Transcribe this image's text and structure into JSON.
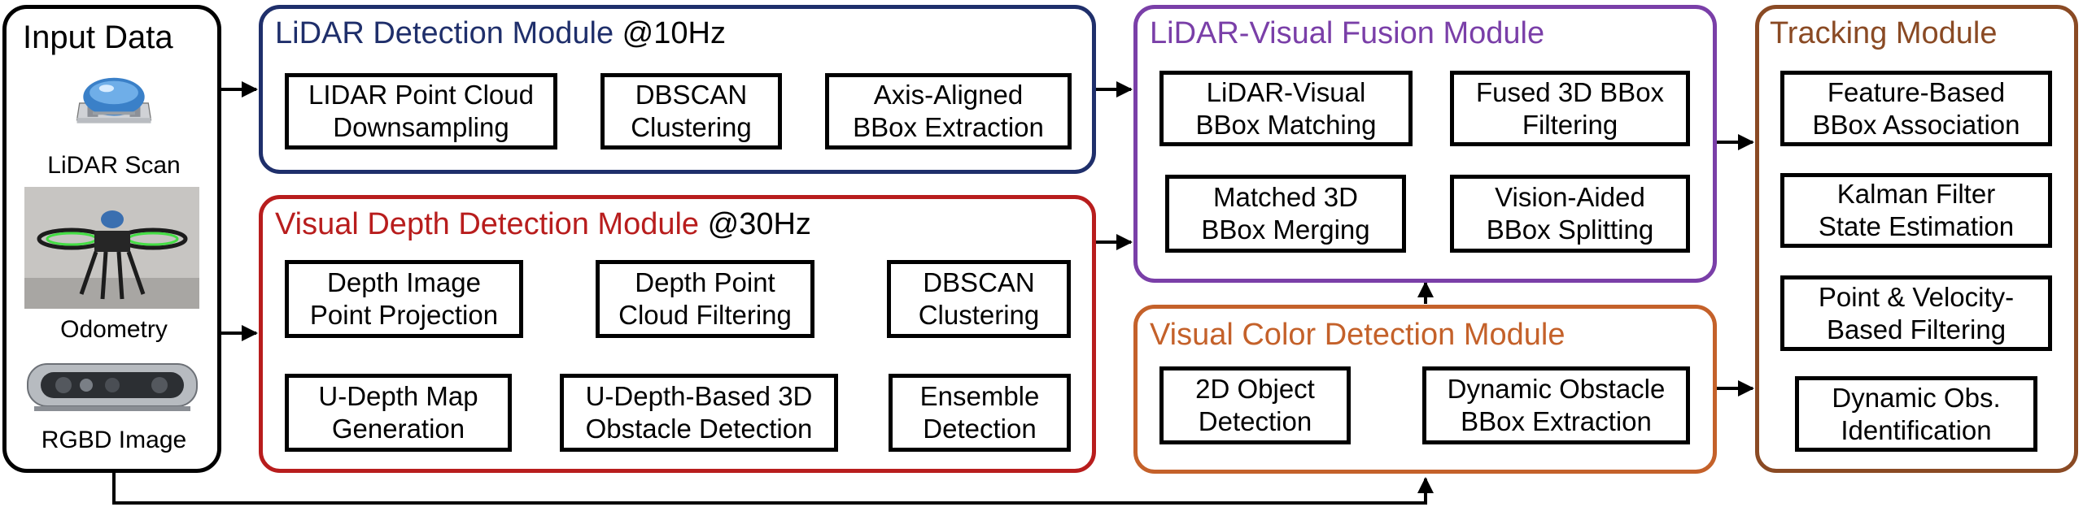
{
  "input": {
    "title": "Input Data",
    "lidar_label": "LiDAR Scan",
    "odometry_label": "Odometry",
    "rgbd_label": "RGBD Image"
  },
  "lidar_module": {
    "title": "LiDAR Detection Module",
    "rate": "@10Hz",
    "color": "#1f2f6b",
    "boxes": [
      "LIDAR Point Cloud\nDownsampling",
      "DBSCAN\nClustering",
      "Axis-Aligned\nBBox Extraction"
    ]
  },
  "depth_module": {
    "title": "Visual Depth Detection Module",
    "rate": "@30Hz",
    "color": "#b81d1d",
    "boxes": [
      "Depth Image\nPoint Projection",
      "Depth Point\nCloud Filtering",
      "DBSCAN\nClustering",
      "U-Depth Map\nGeneration",
      "U-Depth-Based 3D\nObstacle Detection",
      "Ensemble\nDetection"
    ]
  },
  "fusion_module": {
    "title": "LiDAR-Visual Fusion Module",
    "color": "#7a3fa8",
    "boxes": [
      "LiDAR-Visual\nBBox Matching",
      "Fused 3D BBox\nFiltering",
      "Matched 3D\nBBox Merging",
      "Vision-Aided\nBBox Splitting"
    ]
  },
  "color_module": {
    "title": "Visual Color Detection Module",
    "color": "#c4612a",
    "boxes": [
      "2D Object\nDetection",
      "Dynamic Obstacle\nBBox Extraction"
    ]
  },
  "tracking_module": {
    "title": "Tracking Module",
    "color": "#8a4a24",
    "boxes": [
      "Feature-Based\nBBox Association",
      "Kalman Filter\nState Estimation",
      "Point & Velocity-\nBased Filtering",
      "Dynamic Obs.\nIdentification"
    ]
  }
}
